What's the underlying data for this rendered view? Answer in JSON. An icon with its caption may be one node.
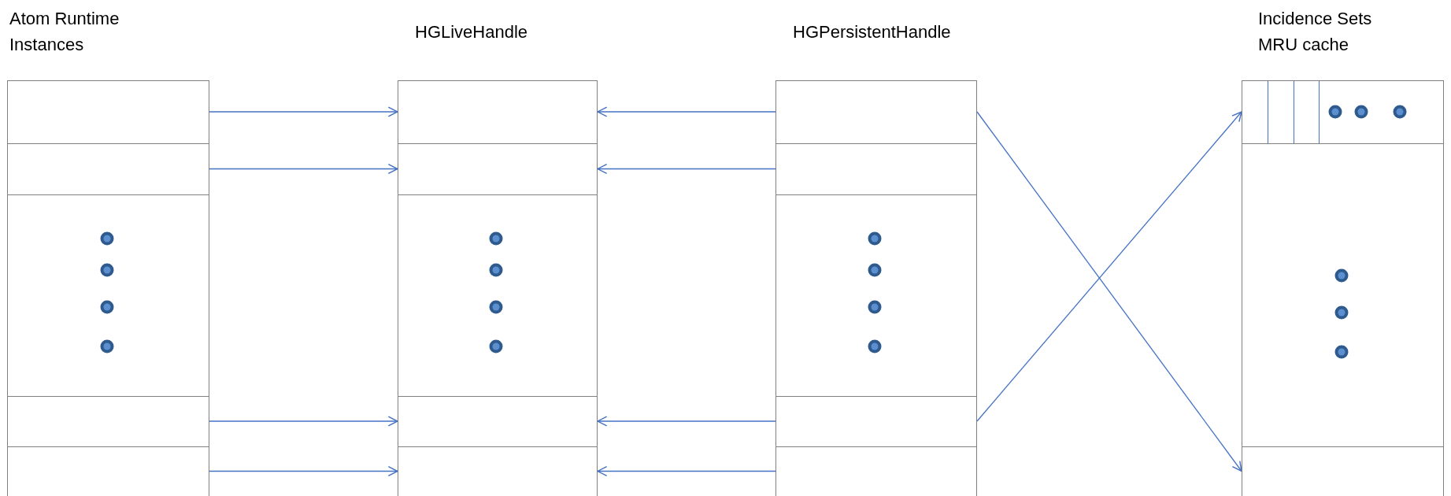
{
  "diagram": {
    "nodes": [
      {
        "text": [
          "Atom Runtime Instances"
        ]
      },
      {
        "text": [],
        "shape": "box",
        "in": 0
      },
      {
        "text": [],
        "shape": "box",
        "in": 0
      },
      {
        "text": [],
        "shape": "box",
        "in": 0
      },
      {
        "text": [],
        "shape": "box",
        "in": 0
      },
      {
        "text": [],
        "shape": "box",
        "in": 0
      },
      {
        "text": [
          "HGLiveHandle"
        ]
      },
      {
        "text": [],
        "shape": "box",
        "in": 6
      },
      {
        "text": [],
        "shape": "box",
        "in": 6
      },
      {
        "text": [],
        "shape": "box",
        "in": 6
      },
      {
        "text": [],
        "shape": "box",
        "in": 6
      },
      {
        "text": [],
        "shape": "box",
        "in": 6
      },
      {
        "text": [
          "HGPersistentHandle"
        ]
      },
      {
        "text": [],
        "shape": "box",
        "in": 12
      },
      {
        "text": [],
        "shape": "box",
        "in": 12
      },
      {
        "text": [],
        "shape": "box",
        "in": 12
      },
      {
        "text": [],
        "shape": "box",
        "in": 12
      },
      {
        "text": [],
        "shape": "box",
        "in": 12
      },
      {
        "text": [
          "Incidence Sets MRU cache"
        ]
      },
      {
        "text": [],
        "shape": "box",
        "in": 18
      },
      {
        "text": [],
        "shape": "box",
        "in": 18
      },
      {
        "text": [],
        "shape": "box",
        "in": 18
      }
    ],
    "edges": [
      {
        "from": 1,
        "to": 7,
        "arrow": "to"
      },
      {
        "from": 2,
        "to": 8,
        "arrow": "to"
      },
      {
        "from": 4,
        "to": 10,
        "arrow": "to"
      },
      {
        "from": 5,
        "to": 11,
        "arrow": "to"
      },
      {
        "from": 13,
        "to": 7,
        "arrow": "to"
      },
      {
        "from": 14,
        "to": 8,
        "arrow": "to"
      },
      {
        "from": 16,
        "to": 10,
        "arrow": "to"
      },
      {
        "from": 17,
        "to": 11,
        "arrow": "to"
      },
      {
        "from": 13,
        "to": 21,
        "arrow": "to"
      },
      {
        "from": 16,
        "to": 19,
        "arrow": "to"
      }
    ]
  }
}
